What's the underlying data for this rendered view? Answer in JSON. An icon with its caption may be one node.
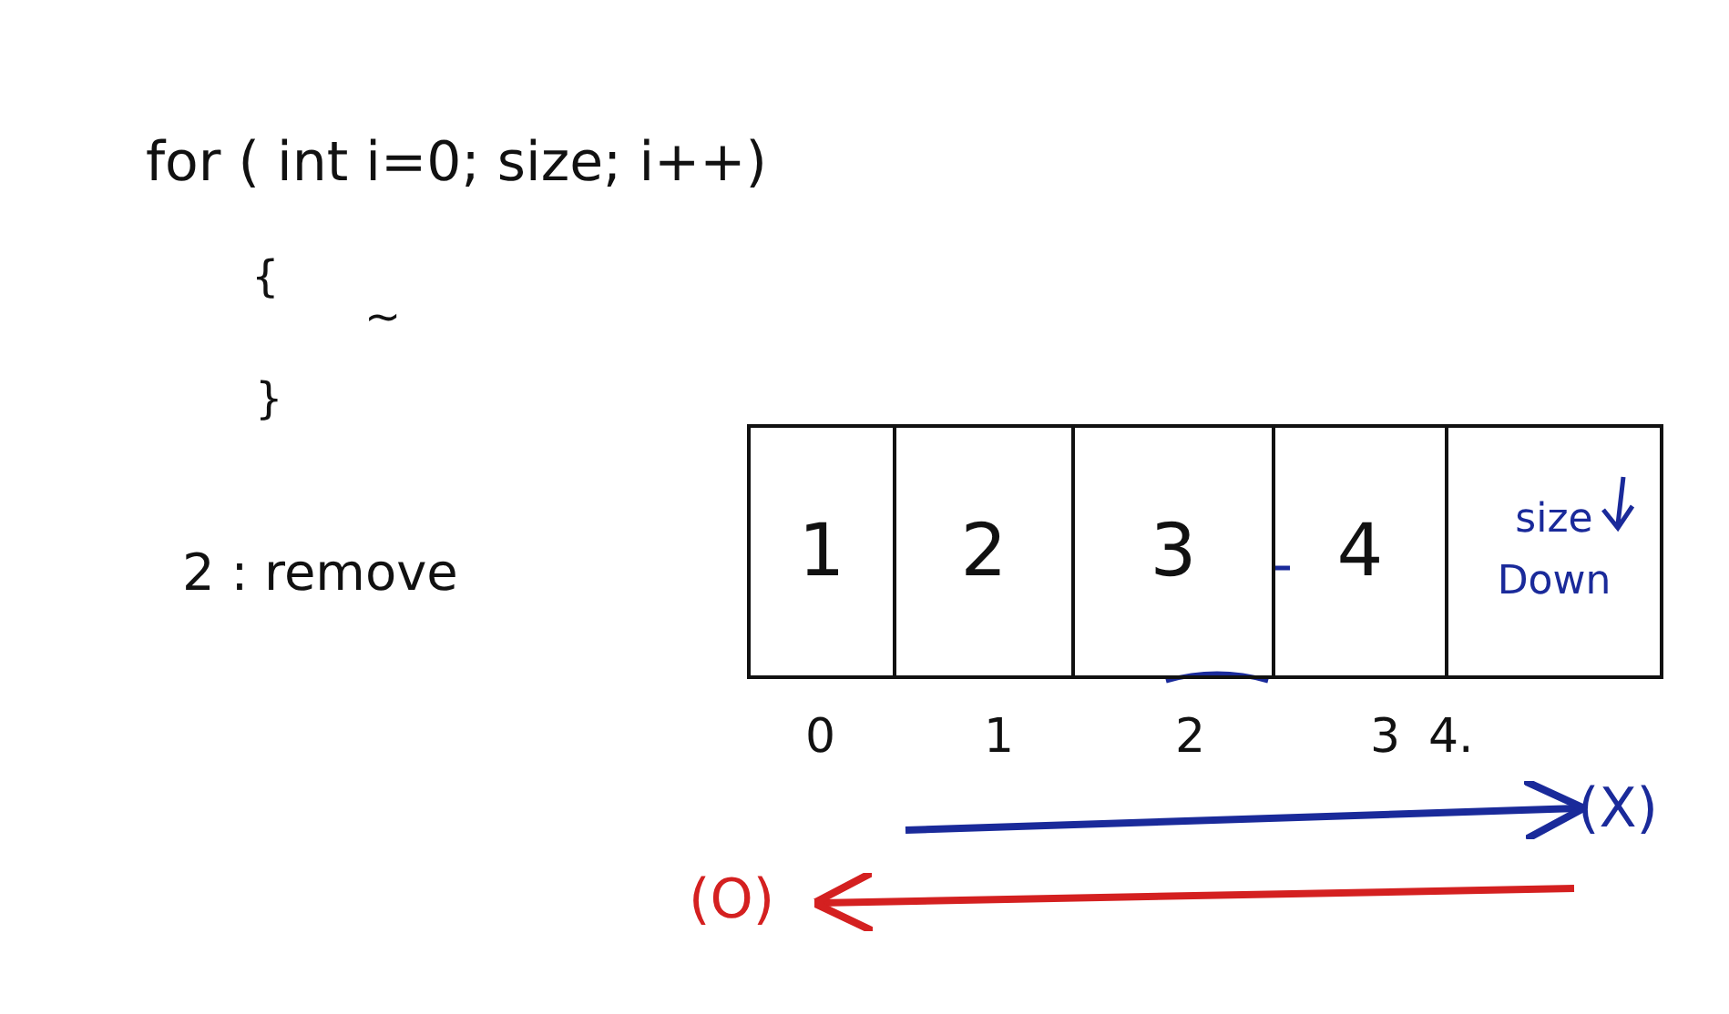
{
  "diagram": {
    "nodes": [
      {
        "text": [
          "1"
        ]
      },
      {
        "text": [
          "2"
        ]
      },
      {
        "text": [
          "3"
        ]
      },
      {
        "text": [
          "4"
        ]
      },
      {
        "text": [
          "size",
          "Down"
        ]
      },
      {
        "text": [
          "(X)"
        ]
      },
      {
        "text": [
          "(O)"
        ]
      }
    ],
    "edges": [
      {
        "from": null,
        "to": 5,
        "arrow": "to",
        "color": "#1a2a9a"
      },
      {
        "from": null,
        "to": 6,
        "arrow": "to",
        "color": "#d42020"
      }
    ],
    "labels": [
      "for ( int i=0; size; i++)",
      "{",
      "~",
      "}",
      "2 : remove",
      "0",
      "1",
      "2",
      "3",
      "4."
    ]
  }
}
